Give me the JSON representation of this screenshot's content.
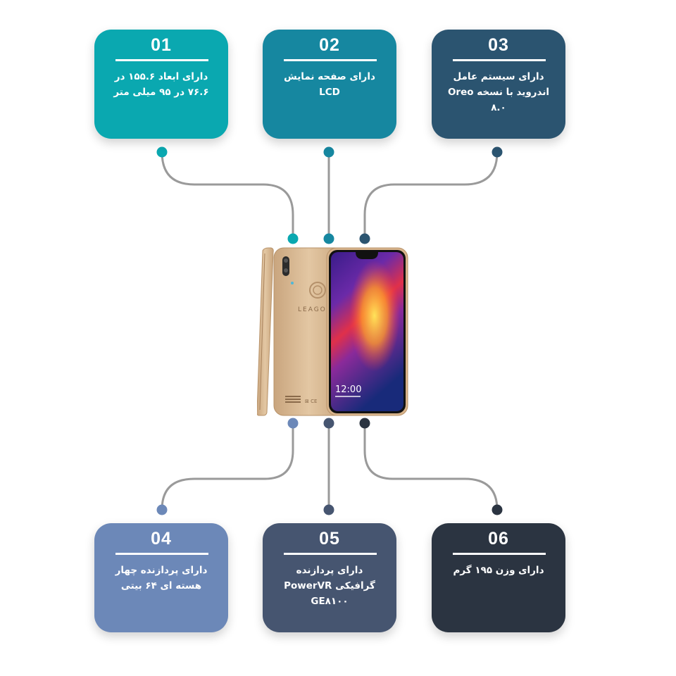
{
  "cards": [
    {
      "number": "01",
      "text": "دارای ابعاد ۱۵۵.۶ در ۷۶.۶ در ۹۵ میلی متر",
      "color": "#0aa8b0"
    },
    {
      "number": "02",
      "text": "دارای صفحه نمایش LCD",
      "color": "#1687a0"
    },
    {
      "number": "03",
      "text": "دارای سیستم عامل اندروید با نسخه Oreo ۸.۰",
      "color": "#2b5470"
    },
    {
      "number": "04",
      "text": "دارای پردازنده چهار هسته ای ۶۴ بیتی",
      "color": "#6c88b8"
    },
    {
      "number": "05",
      "text": "دارای پردازنده گرافیکی PowerVR GE۸۱۰۰",
      "color": "#465570"
    },
    {
      "number": "06",
      "text": "دارای وزن ۱۹۵ گرم",
      "color": "#2b3441"
    }
  ],
  "phone": {
    "back_logo": "LEAGOO",
    "screen_time": "12:00",
    "frame_color": "#d8b48c"
  },
  "connector_color": "#9a9a9a"
}
